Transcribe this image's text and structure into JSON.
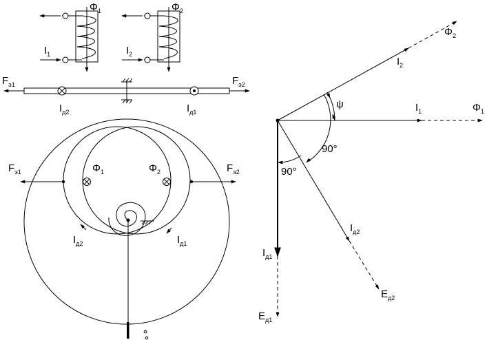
{
  "labels": {
    "coil1_flux": {
      "main": "Φ",
      "sub": "1"
    },
    "coil2_flux": {
      "main": "Φ",
      "sub": "2"
    },
    "coil1_current": {
      "main": "I",
      "sub": "1"
    },
    "coil2_current": {
      "main": "I",
      "sub": "2"
    },
    "bar_force_left": {
      "main": "F",
      "sub": "э1"
    },
    "bar_force_right": {
      "main": "F",
      "sub": "э2"
    },
    "bar_current_left": {
      "main": "I",
      "sub": "д2"
    },
    "bar_current_right": {
      "main": "I",
      "sub": "д1"
    },
    "disk_force_left": {
      "main": "F",
      "sub": "э1"
    },
    "disk_force_right": {
      "main": "F",
      "sub": "э2"
    },
    "disk_flux_left": {
      "main": "Φ",
      "sub": "1"
    },
    "disk_flux_right": {
      "main": "Φ",
      "sub": "2"
    },
    "disk_current_left": {
      "main": "I",
      "sub": "д2"
    },
    "disk_current_right": {
      "main": "I",
      "sub": "д1"
    },
    "vec_flux2": {
      "main": "Φ",
      "sub": "2"
    },
    "vec_current2": {
      "main": "I",
      "sub": "2"
    },
    "vec_psi": {
      "main": "ψ",
      "sub": ""
    },
    "vec_current1": {
      "main": "I",
      "sub": "1"
    },
    "vec_flux1": {
      "main": "Φ",
      "sub": "1"
    },
    "vec_angle_right": {
      "main": "90°",
      "sub": ""
    },
    "vec_angle_left": {
      "main": "90°",
      "sub": ""
    },
    "vec_disk_current2": {
      "main": "I",
      "sub": "д2"
    },
    "vec_disk_current1": {
      "main": "I",
      "sub": "д1"
    },
    "vec_emf2": {
      "main": "E",
      "sub": "д2"
    },
    "vec_emf1": {
      "main": "E",
      "sub": "д1"
    }
  }
}
